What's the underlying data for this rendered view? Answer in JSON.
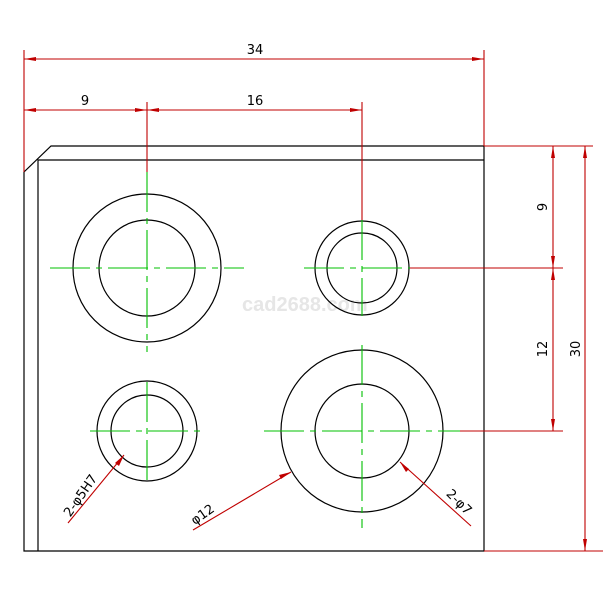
{
  "watermark": "cad2688.com",
  "dimensions": {
    "overall_width": "34",
    "left_hole_x": "9",
    "hole_spacing_x": "16",
    "top_hole_y": "9",
    "hole_spacing_y": "12",
    "overall_height": "30"
  },
  "callouts": {
    "small_hole": "2-φ5H7",
    "large_counterbore": "φ12",
    "through_hole": "2-φ7"
  },
  "colors": {
    "outline": "#000000",
    "dimension": "#c00000",
    "centerline": "#00c000"
  }
}
